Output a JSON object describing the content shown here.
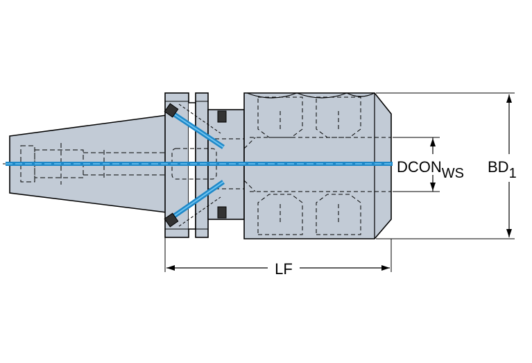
{
  "labels": {
    "lf": "LF",
    "dcon_main": "DCON",
    "dcon_sub": "WS",
    "bd_main": "BD",
    "bd_sub": "1"
  },
  "colors": {
    "body_fill": "#c2cbd6",
    "outline": "#000000",
    "coolant": "#1e88c8",
    "coolant_light": "#6ec3f0",
    "background": "#ffffff"
  }
}
